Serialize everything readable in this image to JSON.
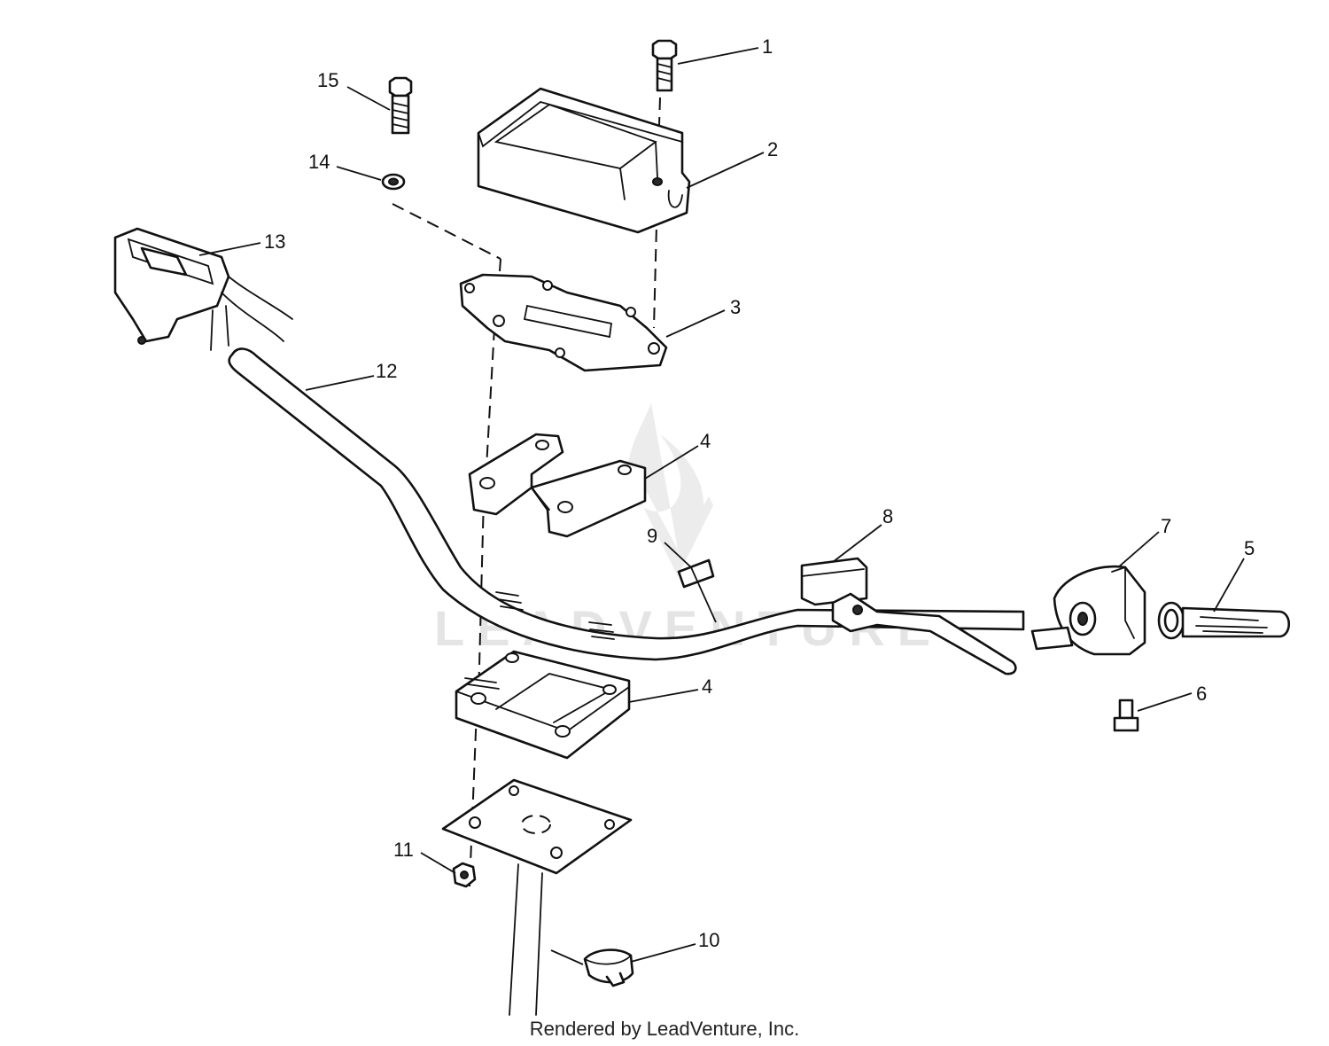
{
  "watermark": {
    "text": "LEADVENTURE"
  },
  "footer": {
    "text": "Rendered by LeadVenture, Inc."
  },
  "callouts": [
    {
      "id": "1",
      "label": "1"
    },
    {
      "id": "2",
      "label": "2"
    },
    {
      "id": "3",
      "label": "3"
    },
    {
      "id": "4a",
      "label": "4"
    },
    {
      "id": "4b",
      "label": "4"
    },
    {
      "id": "5",
      "label": "5"
    },
    {
      "id": "6",
      "label": "6"
    },
    {
      "id": "7",
      "label": "7"
    },
    {
      "id": "8",
      "label": "8"
    },
    {
      "id": "9",
      "label": "9"
    },
    {
      "id": "10",
      "label": "10"
    },
    {
      "id": "11",
      "label": "11"
    },
    {
      "id": "12",
      "label": "12"
    },
    {
      "id": "13",
      "label": "13"
    },
    {
      "id": "14",
      "label": "14"
    },
    {
      "id": "15",
      "label": "15"
    }
  ]
}
